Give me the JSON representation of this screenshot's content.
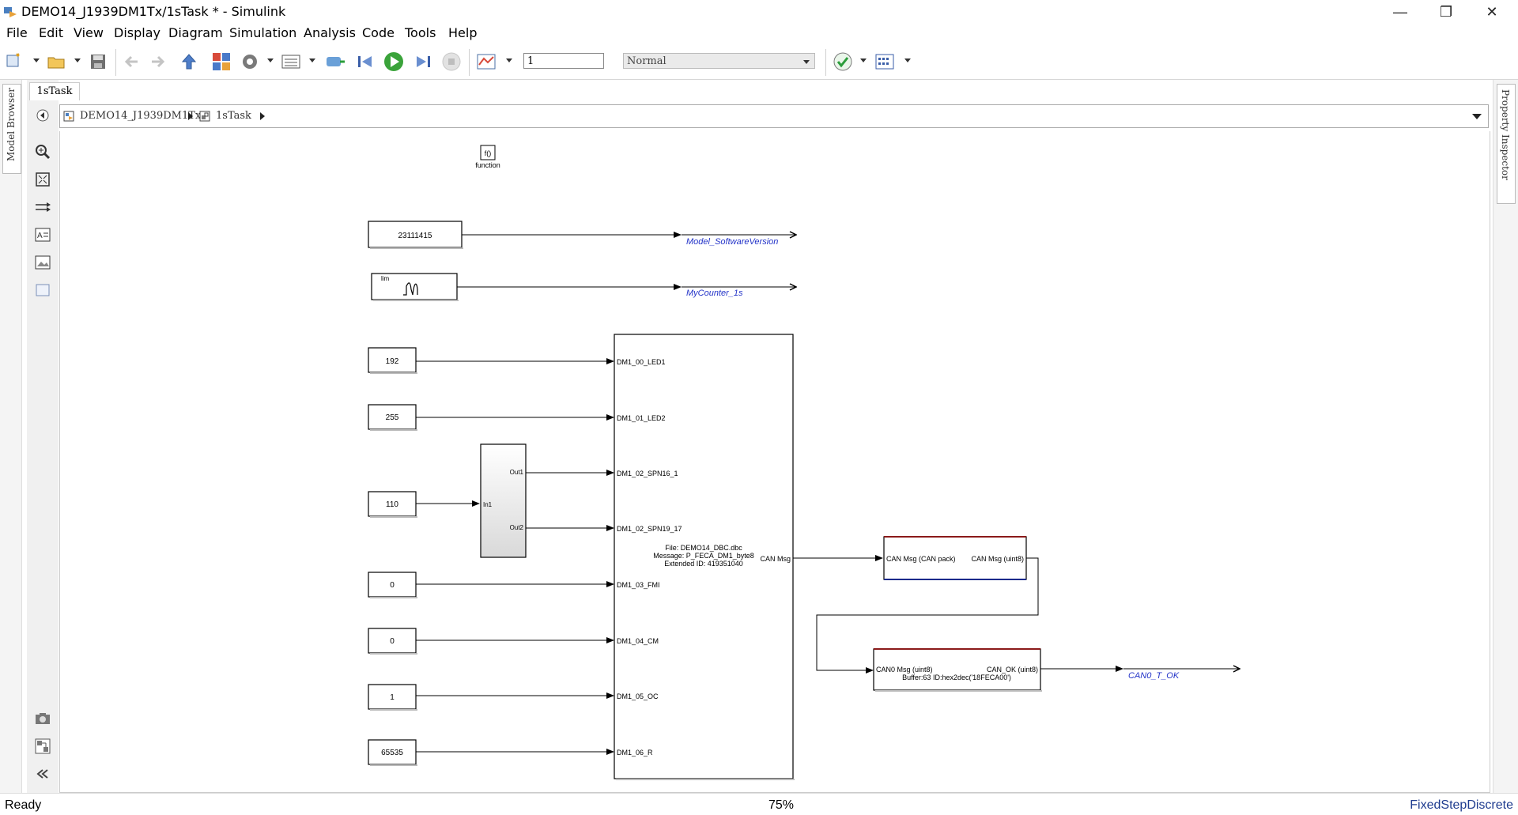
{
  "window": {
    "title": "DEMO14_J1939DM1Tx/1sTask * - Simulink",
    "minimize_glyph": "—",
    "restore_glyph": "❐",
    "close_glyph": "✕"
  },
  "menu": [
    "File",
    "Edit",
    "View",
    "Display",
    "Diagram",
    "Simulation",
    "Analysis",
    "Code",
    "Tools",
    "Help"
  ],
  "toolbar": {
    "stop_time": "1",
    "sim_mode": "Normal",
    "icons": [
      "new-model-icon",
      "open-icon",
      "save-icon",
      "back-icon",
      "forward-icon",
      "up-icon",
      "library-browser-icon",
      "model-config-icon",
      "model-explorer-icon",
      "signal-builder-icon",
      "step-back-icon",
      "run-icon",
      "step-forward-icon",
      "stop-icon",
      "data-inspector-icon",
      "check-icon",
      "build-icon"
    ]
  },
  "side_tabs": {
    "left": "Model Browser",
    "right": "Property Inspector"
  },
  "editor_tab": "1sTask",
  "breadcrumb": [
    "DEMO14_J1939DM1Tx",
    "1sTask"
  ],
  "diagram": {
    "function_block": {
      "label": "f()",
      "caption": "function"
    },
    "constants": [
      {
        "id": "const-version",
        "value": "23111415"
      },
      {
        "id": "const-led1",
        "value": "192"
      },
      {
        "id": "const-led2",
        "value": "255"
      },
      {
        "id": "const-spn",
        "value": "110"
      },
      {
        "id": "const-fmi",
        "value": "0"
      },
      {
        "id": "const-cm",
        "value": "0"
      },
      {
        "id": "const-oc",
        "value": "1"
      },
      {
        "id": "const-r",
        "value": "65535"
      }
    ],
    "counter_block": {
      "label": "lim"
    },
    "goto_tags": [
      {
        "id": "goto-version",
        "label": "Model_SoftwareVersion"
      },
      {
        "id": "goto-counter",
        "label": "MyCounter_1s"
      },
      {
        "id": "goto-can0",
        "label": "CAN0_T_OK"
      }
    ],
    "subsystem": {
      "in": "In1",
      "out1": "Out1",
      "out2": "Out2"
    },
    "pack_block": {
      "inputs": [
        "DM1_00_LED1",
        "DM1_01_LED2",
        "DM1_02_SPN16_1",
        "DM1_02_SPN19_17",
        "DM1_03_FMI",
        "DM1_04_CM",
        "DM1_05_OC",
        "DM1_06_R"
      ],
      "info": [
        "File: DEMO14_DBC.dbc",
        "Message: P_FECA_DM1_byte8",
        "Extended ID: 419351040"
      ],
      "output": "CAN Msg"
    },
    "conv_block": {
      "in": "CAN Msg (CAN pack)",
      "out": "CAN Msg (uint8)"
    },
    "transmit_block": {
      "in": "CAN0 Msg (uint8)",
      "out": "CAN_OK (uint8)",
      "detail": "Buffer:63  ID:hex2dec('18FECA00')"
    }
  },
  "status": {
    "left": "Ready",
    "zoom": "75%",
    "solver": "FixedStepDiscrete"
  },
  "colors": {
    "goto_text": "#2333c8",
    "block_border": "#000000",
    "highlight_border": "#8b1a1a",
    "highlight_border2": "#1a2a8b",
    "status_blue": "#1f3c8f"
  }
}
